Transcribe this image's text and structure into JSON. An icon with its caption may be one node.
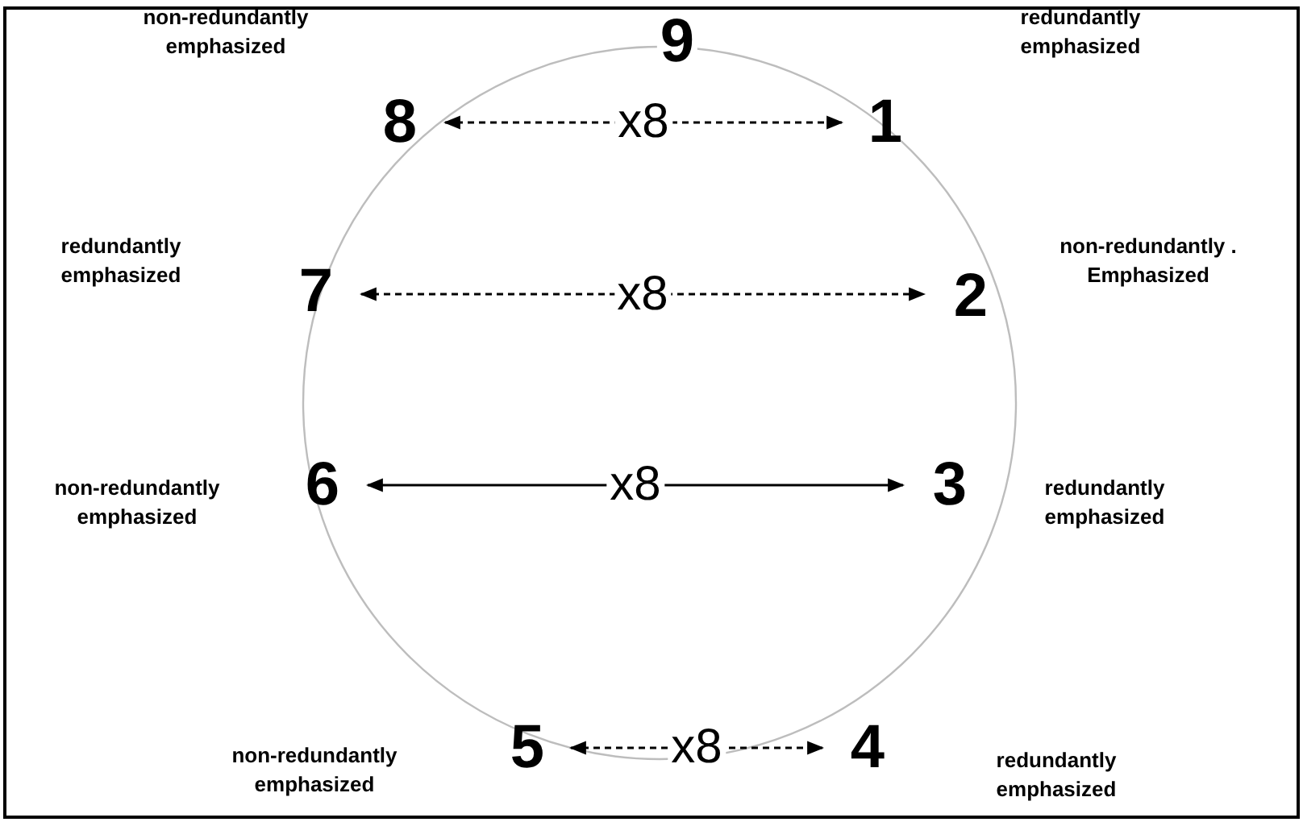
{
  "diagram": {
    "nodes": [
      {
        "text": [
          "8"
        ]
      },
      {
        "text": [
          "1"
        ]
      },
      {
        "text": [
          "7"
        ]
      },
      {
        "text": [
          "2"
        ]
      },
      {
        "text": [
          "6"
        ]
      },
      {
        "text": [
          "3"
        ]
      },
      {
        "text": [
          "5"
        ]
      },
      {
        "text": [
          "4"
        ]
      }
    ],
    "edges": [
      {
        "from": 0,
        "to": 1,
        "arrow": "both",
        "label": "x8",
        "style": "dashed"
      },
      {
        "from": 2,
        "to": 3,
        "arrow": "both",
        "label": "x8",
        "style": "dashed"
      },
      {
        "from": 4,
        "to": 5,
        "arrow": "both",
        "label": "x8"
      },
      {
        "from": 6,
        "to": 7,
        "arrow": "both",
        "label": "x8",
        "style": "dashed"
      }
    ],
    "labels": [
      "non-redundantly emphasized",
      "9",
      "redundantly emphasized",
      "redundantly emphasized",
      "non-redundantly . Emphasized",
      "non-redundantly emphasized",
      "redundantly emphasized",
      "non-redundantly emphasized",
      "redundantly emphasized"
    ]
  }
}
